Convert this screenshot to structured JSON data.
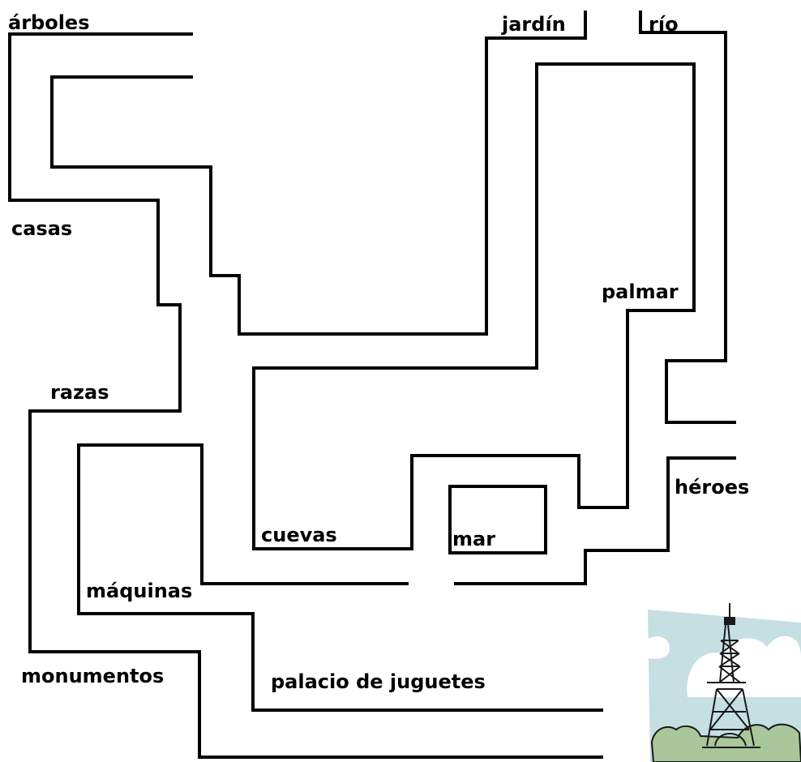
{
  "labels": {
    "arboles": "árboles",
    "jardin": "jardín",
    "rio": "río",
    "casas": "casas",
    "palmar": "palmar",
    "razas": "razas",
    "heroes": "héroes",
    "cuevas": "cuevas",
    "mar": "mar",
    "maquinas": "máquinas",
    "monumentos": "monumentos",
    "palacio": "palacio de juguetes"
  },
  "colors": {
    "lines": "#000000",
    "sky": "#c5dfe3",
    "cloud": "#ffffff",
    "trees": "#a9c79a",
    "tower": "#1a1a1a"
  },
  "icons": {
    "corner_image": "eiffel-tower-illustration"
  }
}
